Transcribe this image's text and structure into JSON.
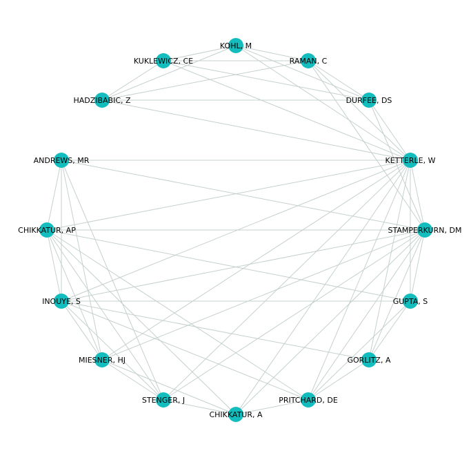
{
  "colors": {
    "node": "#14bdbd",
    "edge": "#c5d0cf",
    "label": "#000000"
  },
  "nodes": [
    {
      "id": "kohl",
      "label": "KOHL, M"
    },
    {
      "id": "raman",
      "label": "RAMAN, C"
    },
    {
      "id": "durfee",
      "label": "DURFEE, DS"
    },
    {
      "id": "ketterle",
      "label": "KETTERLE, W"
    },
    {
      "id": "stamperkurn",
      "label": "STAMPERKURN, DM"
    },
    {
      "id": "gupta",
      "label": "GUPTA, S"
    },
    {
      "id": "gorlitz",
      "label": "GORLITZ, A"
    },
    {
      "id": "pritchard",
      "label": "PRITCHARD, DE"
    },
    {
      "id": "chikkatur_a",
      "label": "CHIKKATUR, A"
    },
    {
      "id": "stenger",
      "label": "STENGER, J"
    },
    {
      "id": "miesner",
      "label": "MIESNER, HJ"
    },
    {
      "id": "inouye",
      "label": "INOUYE, S"
    },
    {
      "id": "chikkatur_ap",
      "label": "CHIKKATUR, AP"
    },
    {
      "id": "andrews",
      "label": "ANDREWS, MR"
    },
    {
      "id": "hadzibabic",
      "label": "HADZIBABIC, Z"
    },
    {
      "id": "kuklewicz",
      "label": "KUKLEWICZ, CE"
    }
  ],
  "edges": [
    [
      "kohl",
      "raman"
    ],
    [
      "kohl",
      "durfee"
    ],
    [
      "kohl",
      "ketterle"
    ],
    [
      "kohl",
      "kuklewicz"
    ],
    [
      "kohl",
      "hadzibabic"
    ],
    [
      "kuklewicz",
      "raman"
    ],
    [
      "kuklewicz",
      "durfee"
    ],
    [
      "kuklewicz",
      "ketterle"
    ],
    [
      "kuklewicz",
      "hadzibabic"
    ],
    [
      "raman",
      "durfee"
    ],
    [
      "raman",
      "ketterle"
    ],
    [
      "raman",
      "stamperkurn"
    ],
    [
      "raman",
      "hadzibabic"
    ],
    [
      "hadzibabic",
      "durfee"
    ],
    [
      "hadzibabic",
      "ketterle"
    ],
    [
      "durfee",
      "ketterle"
    ],
    [
      "durfee",
      "stamperkurn"
    ],
    [
      "andrews",
      "ketterle"
    ],
    [
      "andrews",
      "stamperkurn"
    ],
    [
      "andrews",
      "chikkatur_ap"
    ],
    [
      "andrews",
      "inouye"
    ],
    [
      "andrews",
      "miesner"
    ],
    [
      "andrews",
      "stenger"
    ],
    [
      "chikkatur_ap",
      "ketterle"
    ],
    [
      "chikkatur_ap",
      "stamperkurn"
    ],
    [
      "chikkatur_ap",
      "gupta"
    ],
    [
      "chikkatur_ap",
      "inouye"
    ],
    [
      "chikkatur_ap",
      "miesner"
    ],
    [
      "chikkatur_ap",
      "stenger"
    ],
    [
      "chikkatur_ap",
      "chikkatur_a"
    ],
    [
      "chikkatur_ap",
      "pritchard"
    ],
    [
      "inouye",
      "ketterle"
    ],
    [
      "inouye",
      "stamperkurn"
    ],
    [
      "inouye",
      "gupta"
    ],
    [
      "inouye",
      "gorlitz"
    ],
    [
      "inouye",
      "pritchard"
    ],
    [
      "inouye",
      "stenger"
    ],
    [
      "inouye",
      "miesner"
    ],
    [
      "miesner",
      "ketterle"
    ],
    [
      "miesner",
      "stamperkurn"
    ],
    [
      "miesner",
      "chikkatur_a"
    ],
    [
      "miesner",
      "stenger"
    ],
    [
      "stenger",
      "ketterle"
    ],
    [
      "stenger",
      "stamperkurn"
    ],
    [
      "stenger",
      "chikkatur_a"
    ],
    [
      "chikkatur_a",
      "ketterle"
    ],
    [
      "chikkatur_a",
      "stamperkurn"
    ],
    [
      "chikkatur_a",
      "pritchard"
    ],
    [
      "pritchard",
      "ketterle"
    ],
    [
      "pritchard",
      "stamperkurn"
    ],
    [
      "pritchard",
      "gupta"
    ],
    [
      "pritchard",
      "gorlitz"
    ],
    [
      "gorlitz",
      "ketterle"
    ],
    [
      "gorlitz",
      "stamperkurn"
    ],
    [
      "gorlitz",
      "gupta"
    ],
    [
      "gupta",
      "ketterle"
    ],
    [
      "gupta",
      "stamperkurn"
    ],
    [
      "ketterle",
      "stamperkurn"
    ]
  ]
}
